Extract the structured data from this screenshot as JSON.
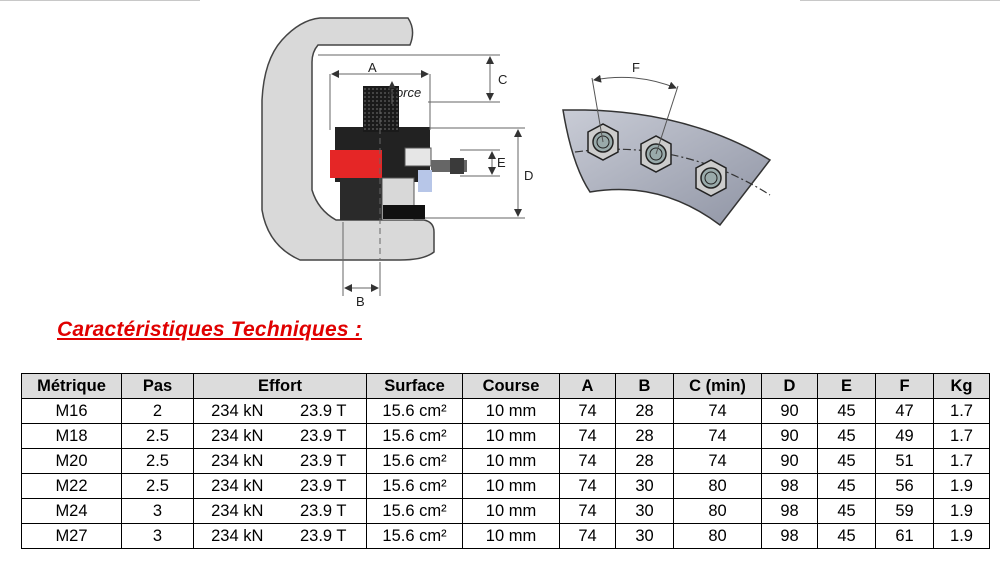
{
  "diagram": {
    "dimension_labels": {
      "a": "A",
      "b": "B",
      "c": "C",
      "d": "D",
      "e": "E",
      "f": "F"
    },
    "force_label": "Force"
  },
  "section_title": "Caractéristiques Techniques :",
  "table": {
    "headers": [
      "Métrique",
      "Pas",
      "Effort",
      "Surface",
      "Course",
      "A",
      "B",
      "C (min)",
      "D",
      "E",
      "F",
      "Kg"
    ],
    "rows": [
      [
        "M16",
        "2",
        "234 kN",
        "23.9 T",
        "15.6 cm²",
        "10 mm",
        "74",
        "28",
        "74",
        "90",
        "45",
        "47",
        "1.7"
      ],
      [
        "M18",
        "2.5",
        "234 kN",
        "23.9 T",
        "15.6 cm²",
        "10 mm",
        "74",
        "28",
        "74",
        "90",
        "45",
        "49",
        "1.7"
      ],
      [
        "M20",
        "2.5",
        "234 kN",
        "23.9 T",
        "15.6 cm²",
        "10 mm",
        "74",
        "28",
        "74",
        "90",
        "45",
        "51",
        "1.7"
      ],
      [
        "M22",
        "2.5",
        "234 kN",
        "23.9 T",
        "15.6 cm²",
        "10 mm",
        "74",
        "30",
        "80",
        "98",
        "45",
        "56",
        "1.9"
      ],
      [
        "M24",
        "3",
        "234 kN",
        "23.9 T",
        "15.6 cm²",
        "10 mm",
        "74",
        "30",
        "80",
        "98",
        "45",
        "59",
        "1.9"
      ],
      [
        "M27",
        "3",
        "234 kN",
        "23.9 T",
        "15.6 cm²",
        "10 mm",
        "74",
        "30",
        "80",
        "98",
        "45",
        "61",
        "1.9"
      ]
    ]
  }
}
